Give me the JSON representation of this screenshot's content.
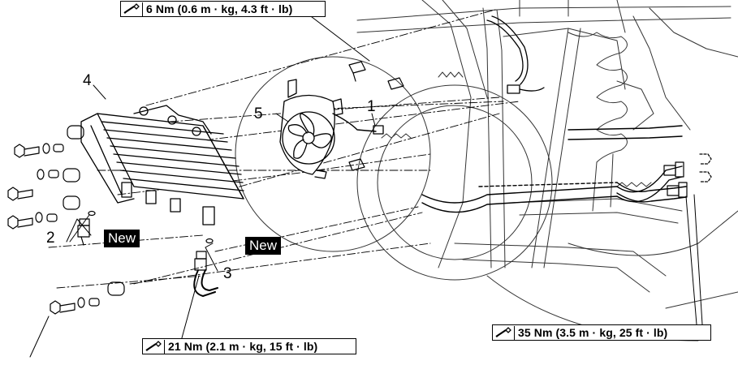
{
  "callouts": {
    "torque_top": "6 Nm (0.6 m · kg, 4.3 ft · lb)",
    "torque_bottom_left": "21 Nm (2.1 m · kg, 15 ft · lb)",
    "torque_bottom_right": "35 Nm (3.5 m · kg, 25 ft · lb)",
    "new_label_1": "New",
    "new_label_2": "New"
  },
  "part_numbers": {
    "p1": "1",
    "p2": "2",
    "p3": "3",
    "p4": "4",
    "p5": "5"
  },
  "icons": {
    "torque_icon": "torque-wrench-icon"
  },
  "colors": {
    "line": "#000000",
    "new_bg": "#000000",
    "new_text": "#ffffff"
  }
}
